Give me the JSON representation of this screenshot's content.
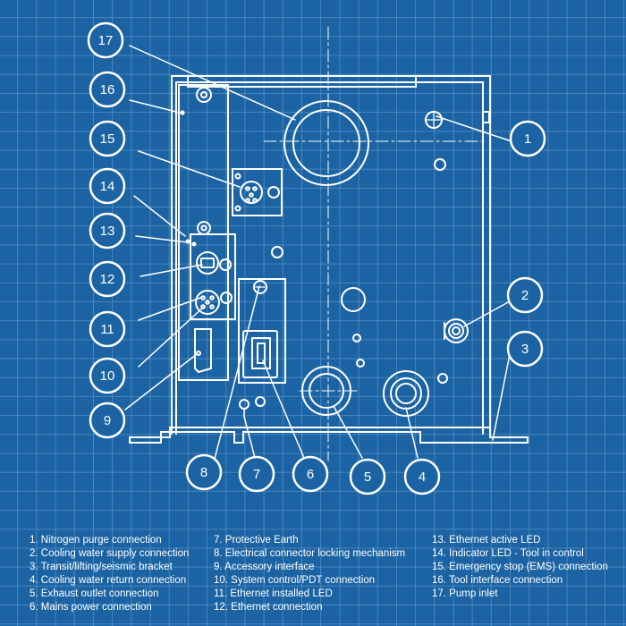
{
  "callouts": [
    "1",
    "2",
    "3",
    "4",
    "5",
    "6",
    "7",
    "8",
    "9",
    "10",
    "11",
    "12",
    "13",
    "14",
    "15",
    "16",
    "17"
  ],
  "legend": {
    "col1": [
      "1. Nitrogen purge connection",
      "2. Cooling water supply connection",
      "3. Transit/lifting/seismic bracket",
      "4. Cooling water return connection",
      "5. Exhaust outlet connection",
      "6. Mains power connection"
    ],
    "col2": [
      "7. Protective Earth",
      "8. Electrical connector locking mechanism",
      "9. Accessory interface",
      "10. System control/PDT connection",
      "11. Ethernet installed LED",
      "12. Ethernet connection"
    ],
    "col3": [
      "13. Ethernet active LED",
      "14. Indicator LED - Tool in control",
      "15. Emergency stop (EMS) connection",
      "16. Tool interface connection",
      "17. Pump inlet"
    ]
  }
}
